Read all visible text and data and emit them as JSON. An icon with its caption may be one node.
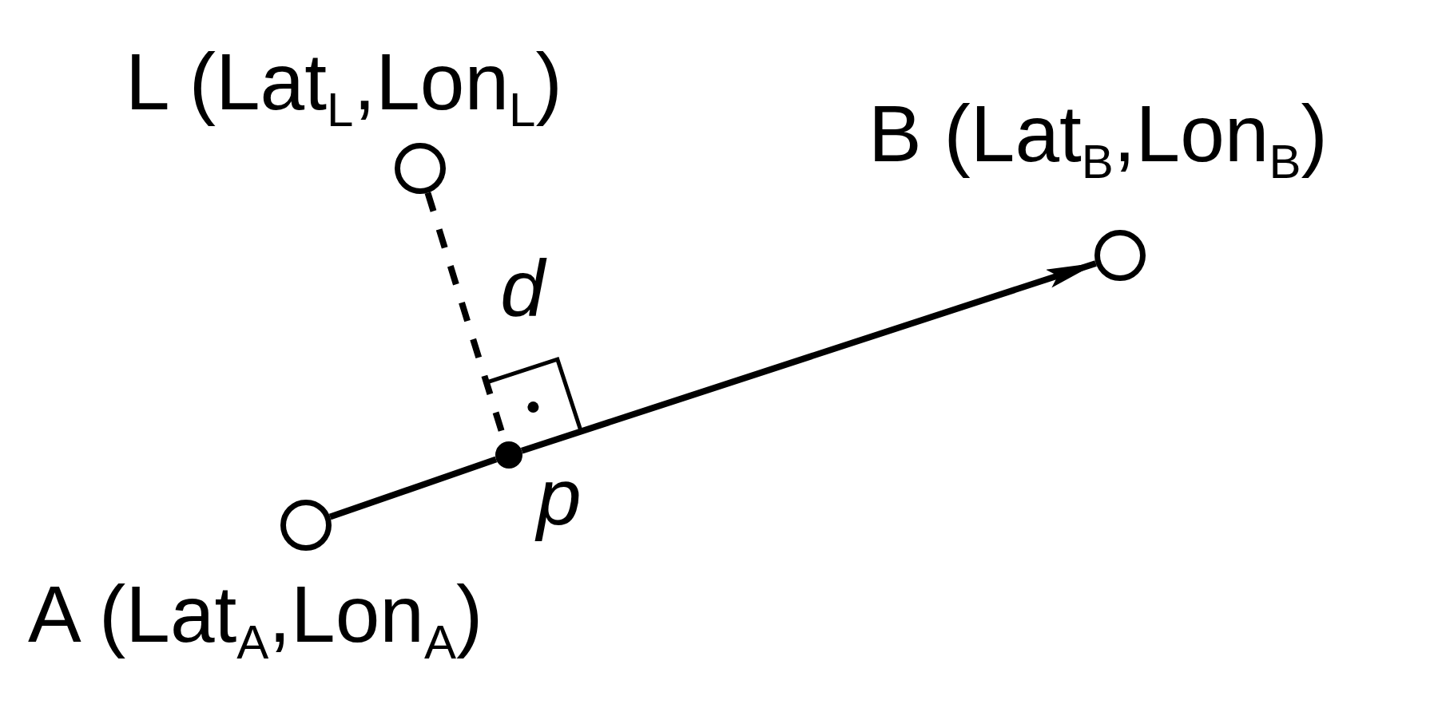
{
  "diagram": {
    "nodes": [
      {
        "text": [
          "L (Lat$_{L}$,Lon$_{L}$)"
        ]
      },
      {
        "text": [
          "B (Lat$_{B}$,Lon$_{B}$)"
        ]
      },
      {
        "text": [
          "A (Lat$_{A}$,Lon$_{A}$)"
        ]
      },
      {
        "text": [
          "p"
        ]
      }
    ],
    "edges": [
      {
        "from": 2,
        "to": 3,
        "arrow": "none"
      },
      {
        "from": 3,
        "to": 1,
        "arrow": "to"
      },
      {
        "from": 0,
        "to": 3,
        "arrow": "none",
        "label": "d",
        "style": "dashed"
      }
    ]
  }
}
